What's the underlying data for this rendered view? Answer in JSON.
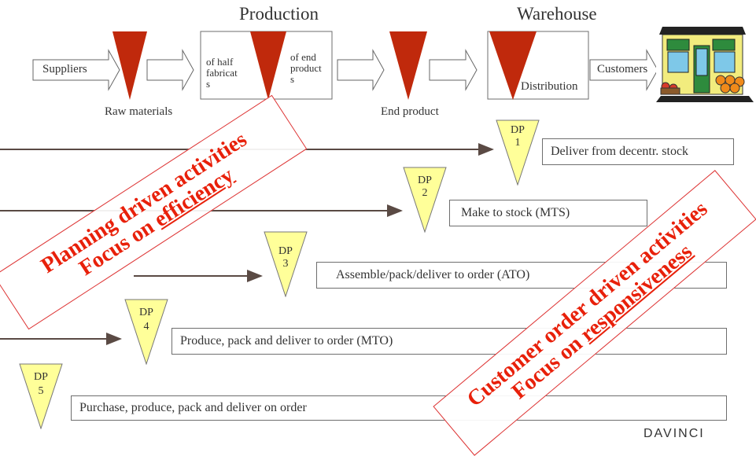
{
  "headings": {
    "production": "Production",
    "warehouse": "Warehouse"
  },
  "flow": {
    "suppliers": "Suppliers",
    "half_fab": [
      "of half",
      "fabricat",
      "s"
    ],
    "end_products": [
      "of end",
      "product",
      "s"
    ],
    "distribution": "Distribution",
    "customers": "Customers"
  },
  "stage_labels": {
    "raw_materials": "Raw materials",
    "end_product": "End product"
  },
  "decoupling_points": [
    {
      "dp": "DP",
      "num": "1",
      "text": "Deliver from decentr. stock"
    },
    {
      "dp": "DP",
      "num": "2",
      "text": "Make to stock (MTS)"
    },
    {
      "dp": "DP",
      "num": "3",
      "text": "Assemble/pack/deliver to order (ATO)"
    },
    {
      "dp": "DP",
      "num": "4",
      "text": "Produce, pack and deliver to order (MTO)"
    },
    {
      "dp": "DP",
      "num": "5",
      "text": "Purchase, produce, pack and deliver on order"
    }
  ],
  "stamps": {
    "planning": {
      "line1": "Planning driven activities",
      "line2_prefix": "Focus on ",
      "line2_emph": "efficiency"
    },
    "customer": {
      "line1": "Customer order driven activities",
      "line2_prefix": "Focus on ",
      "line2_emph": "responsiveness"
    }
  },
  "logo": "DAVINCI",
  "colors": {
    "triangle_red": "#c0290c",
    "dp_yellow": "#ffff99",
    "stamp_red": "#e8200a"
  }
}
